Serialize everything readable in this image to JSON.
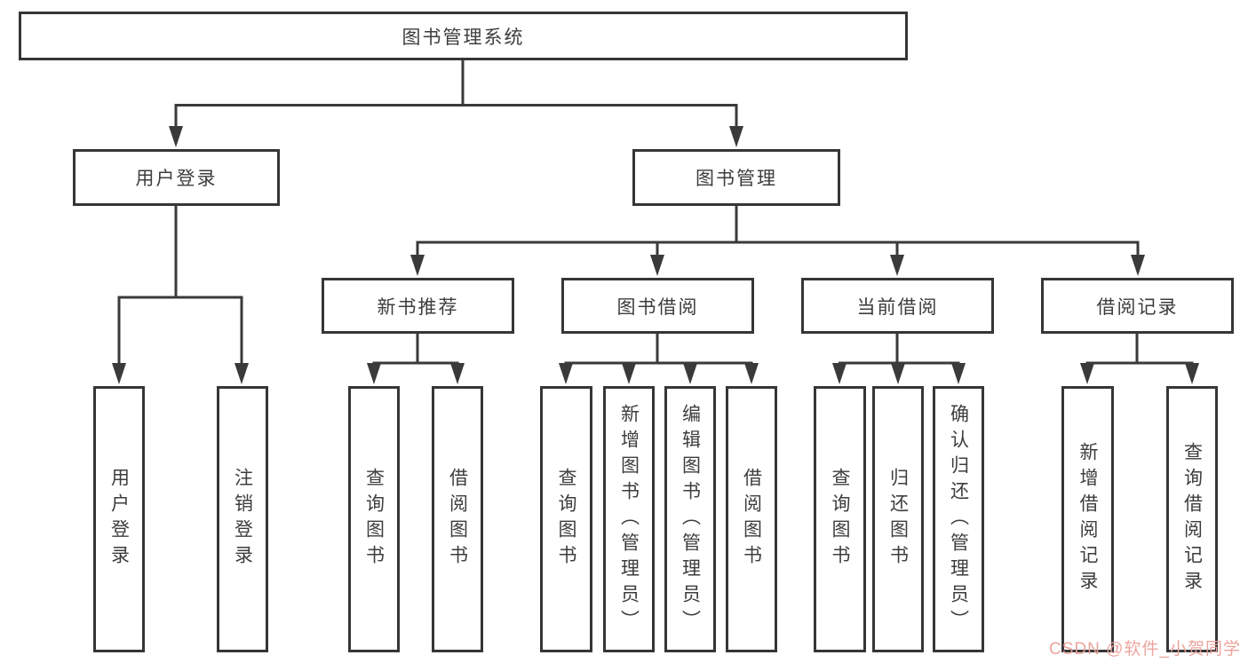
{
  "tree": {
    "root": {
      "label": "图书管理系统",
      "children": [
        {
          "label": "用户登录",
          "children": [
            {
              "label": "用户登录"
            },
            {
              "label": "注销登录"
            }
          ]
        },
        {
          "label": "图书管理",
          "children": [
            {
              "label": "新书推荐",
              "children": [
                {
                  "label": "查询图书"
                },
                {
                  "label": "借阅图书"
                }
              ]
            },
            {
              "label": "图书借阅",
              "children": [
                {
                  "label": "查询图书"
                },
                {
                  "label": "新增图书（管理员）"
                },
                {
                  "label": "编辑图书（管理员）"
                },
                {
                  "label": "借阅图书"
                }
              ]
            },
            {
              "label": "当前借阅",
              "children": [
                {
                  "label": "查询图书"
                },
                {
                  "label": "归还图书"
                },
                {
                  "label": "确认归还（管理员）"
                }
              ]
            },
            {
              "label": "借阅记录",
              "children": [
                {
                  "label": "新增借阅记录"
                },
                {
                  "label": "查询借阅记录"
                }
              ]
            }
          ]
        }
      ]
    }
  },
  "watermark": {
    "text": "CSDN @软件_小贺同学"
  },
  "colors": {
    "box_border": "#363636",
    "connector_line": "#3a3a3a",
    "text": "#3d3d3d",
    "watermark": "#eba099",
    "background": "#ffffff"
  }
}
